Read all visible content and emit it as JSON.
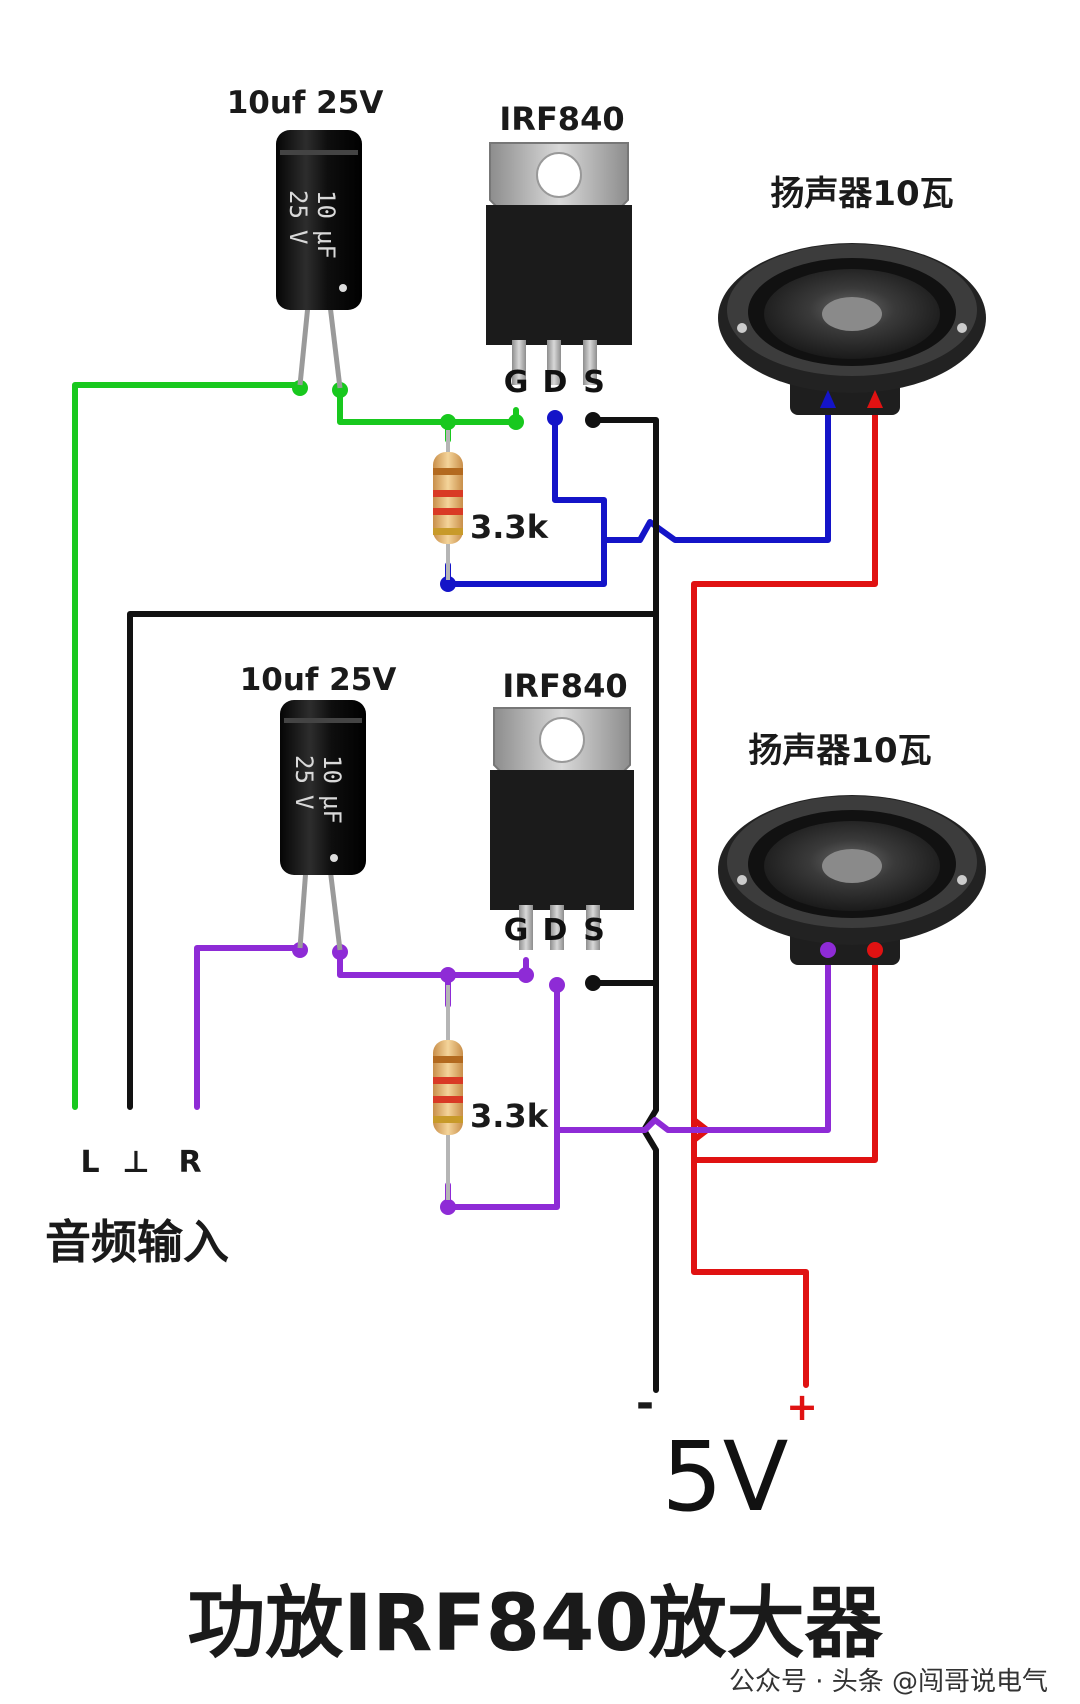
{
  "capacitor_label": "10uf 25V",
  "capacitor_body_lines": [
    "10",
    "µF",
    "25",
    "V"
  ],
  "transistor_label": "IRF840",
  "pins": [
    "G",
    "D",
    "S"
  ],
  "resistor_label": "3.3k",
  "speaker_label": "扬声器10瓦",
  "input_pins": [
    "L",
    "⊥",
    "R"
  ],
  "input_label": "音频输入",
  "supply_minus": "-",
  "supply_plus": "+",
  "supply_voltage": "5V",
  "title": "功放IRF840放大器",
  "watermark": "公众号 · 头条 @闯哥说电气",
  "colors": {
    "left_channel": "#18c81e",
    "right_channel": "#8e2bd6",
    "ground": "#111111",
    "positive": "#e01212",
    "drain_top": "#1414c8"
  }
}
